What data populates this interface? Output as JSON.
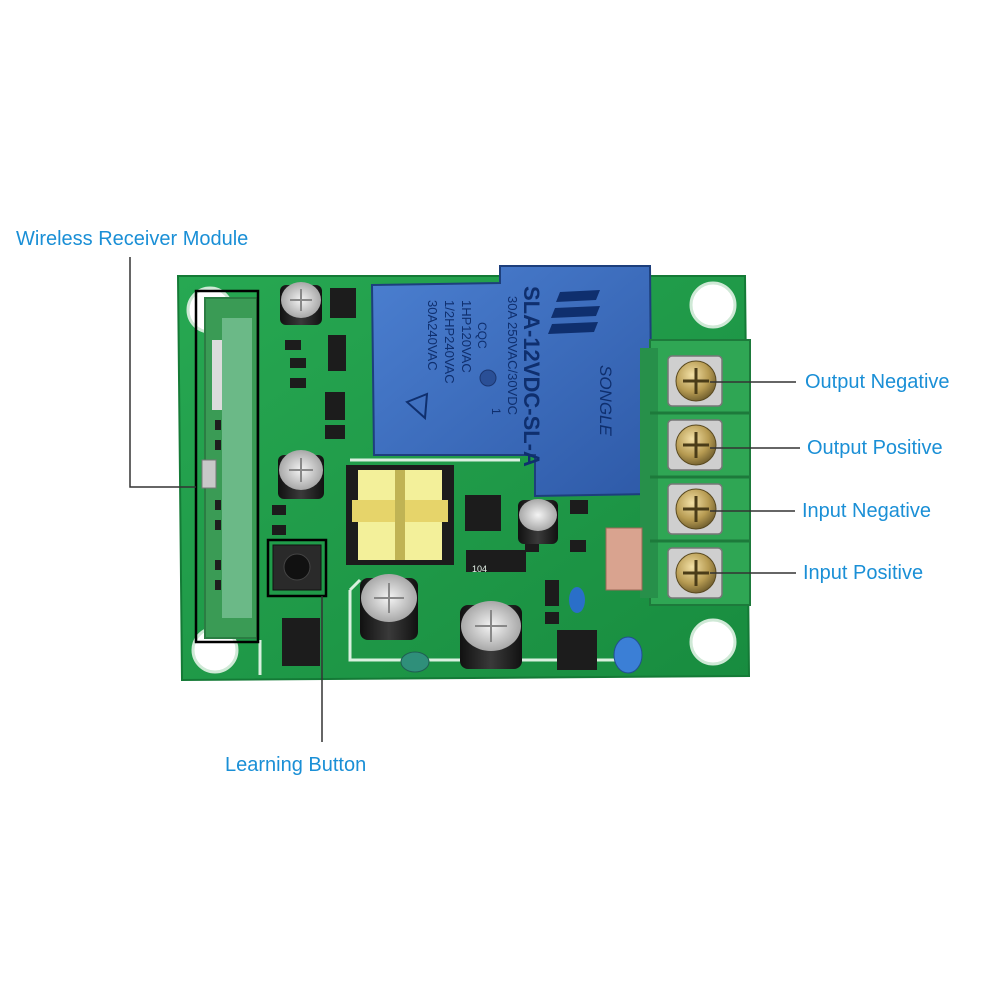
{
  "labels": {
    "wireless_receiver_module": "Wireless Receiver Module",
    "learning_button": "Learning Button",
    "output_negative": "Output Negative",
    "output_positive": "Output Positive",
    "input_negative": "Input Negative",
    "input_positive": "Input Positive"
  },
  "relay": {
    "model": "SLA-12VDC-SL-A",
    "brand": "SONGLE",
    "rating_1": "30A 250VAC/30VDC",
    "rating_2": "1HP120VAC",
    "rating_3": "1/2HP240VAC",
    "rating_4": "30A240VAC",
    "cert": "CQC",
    "pin_mark": "1"
  },
  "components": {
    "resistor_code": "104",
    "electrolytic_cap_icon": "capacitor-icon",
    "screw_icon": "screw-terminal-icon"
  },
  "colors": {
    "label_blue": "#1a8fd6",
    "pcb_green": "#1f9a48",
    "relay_blue": "#3e6fc0",
    "terminal_green": "#2fa654",
    "leader_line": "#333333"
  }
}
